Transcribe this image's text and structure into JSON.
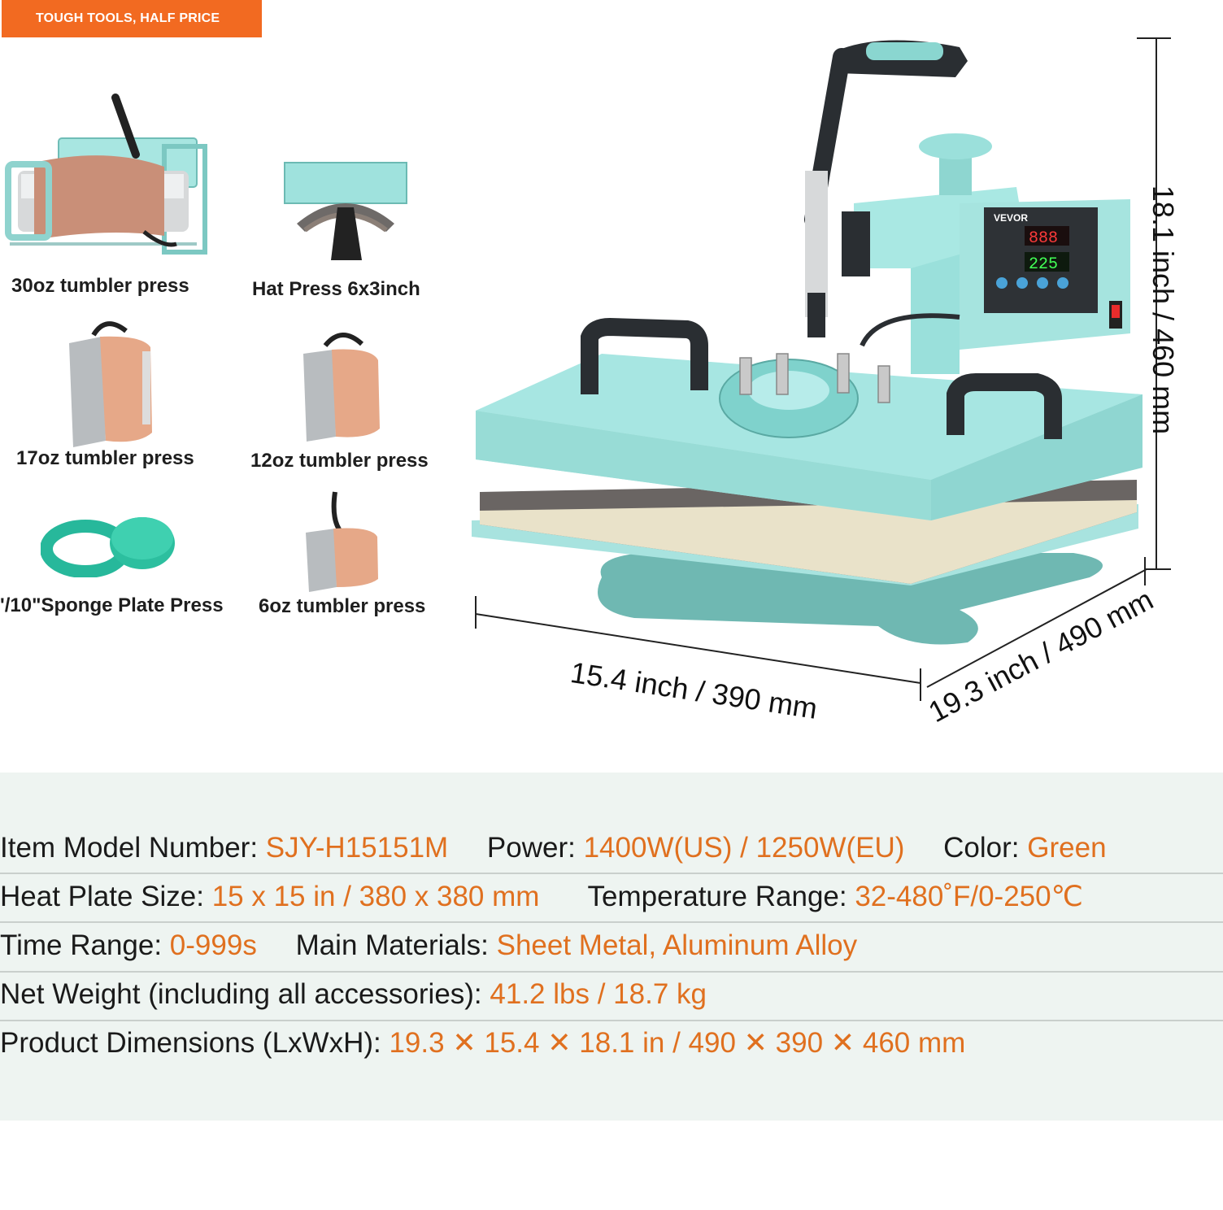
{
  "banner": {
    "text": "TOUGH TOOLS, HALF PRICE"
  },
  "accessories": [
    {
      "label": "30oz tumbler press"
    },
    {
      "label": "Hat Press 6x3inch"
    },
    {
      "label": "17oz tumbler press"
    },
    {
      "label": "12oz tumbler press"
    },
    {
      "label": "'/10\"Sponge Plate Press"
    },
    {
      "label": "6oz tumbler press"
    }
  ],
  "machine": {
    "brand": "VEVOR",
    "brand_tag": "TOUGH TOOLS, HALF PRICE",
    "display_top": "888",
    "display_bottom": "225",
    "body_color": "#9ee3de",
    "handle_color": "#2b2f33"
  },
  "dimensions": {
    "height": "18.1 inch / 460 mm",
    "width": "15.4 inch  / 390 mm",
    "depth": "19.3 inch / 490 mm"
  },
  "specs": {
    "row1": {
      "model_label": "Item Model Number:",
      "model_value": "SJY-H15151M",
      "power_label": "Power:",
      "power_value": "1400W(US) / 1250W(EU)",
      "color_label": "Color:",
      "color_value": "Green"
    },
    "row2": {
      "plate_label": "Heat Plate Size:",
      "plate_value": "15 x 15 in / 380 x 380 mm",
      "temp_label": "Temperature Range:",
      "temp_value": "32-480˚F/0-250℃"
    },
    "row3": {
      "time_label": "Time Range:",
      "time_value": "0-999s",
      "material_label": "Main Materials:",
      "material_value": "Sheet Metal, Aluminum Alloy"
    },
    "row4": {
      "weight_label": "Net Weight (including all accessories):",
      "weight_value": "41.2 lbs / 18.7 kg"
    },
    "row5": {
      "dims_label": "Product Dimensions (LxWxH):",
      "dims_value": "19.3 ✕ 15.4 ✕ 18.1 in / 490 ✕ 390 ✕ 460 mm"
    }
  },
  "colors": {
    "accent": "#f26a21",
    "value_text": "#e0701f",
    "band": "#eef4f1"
  }
}
